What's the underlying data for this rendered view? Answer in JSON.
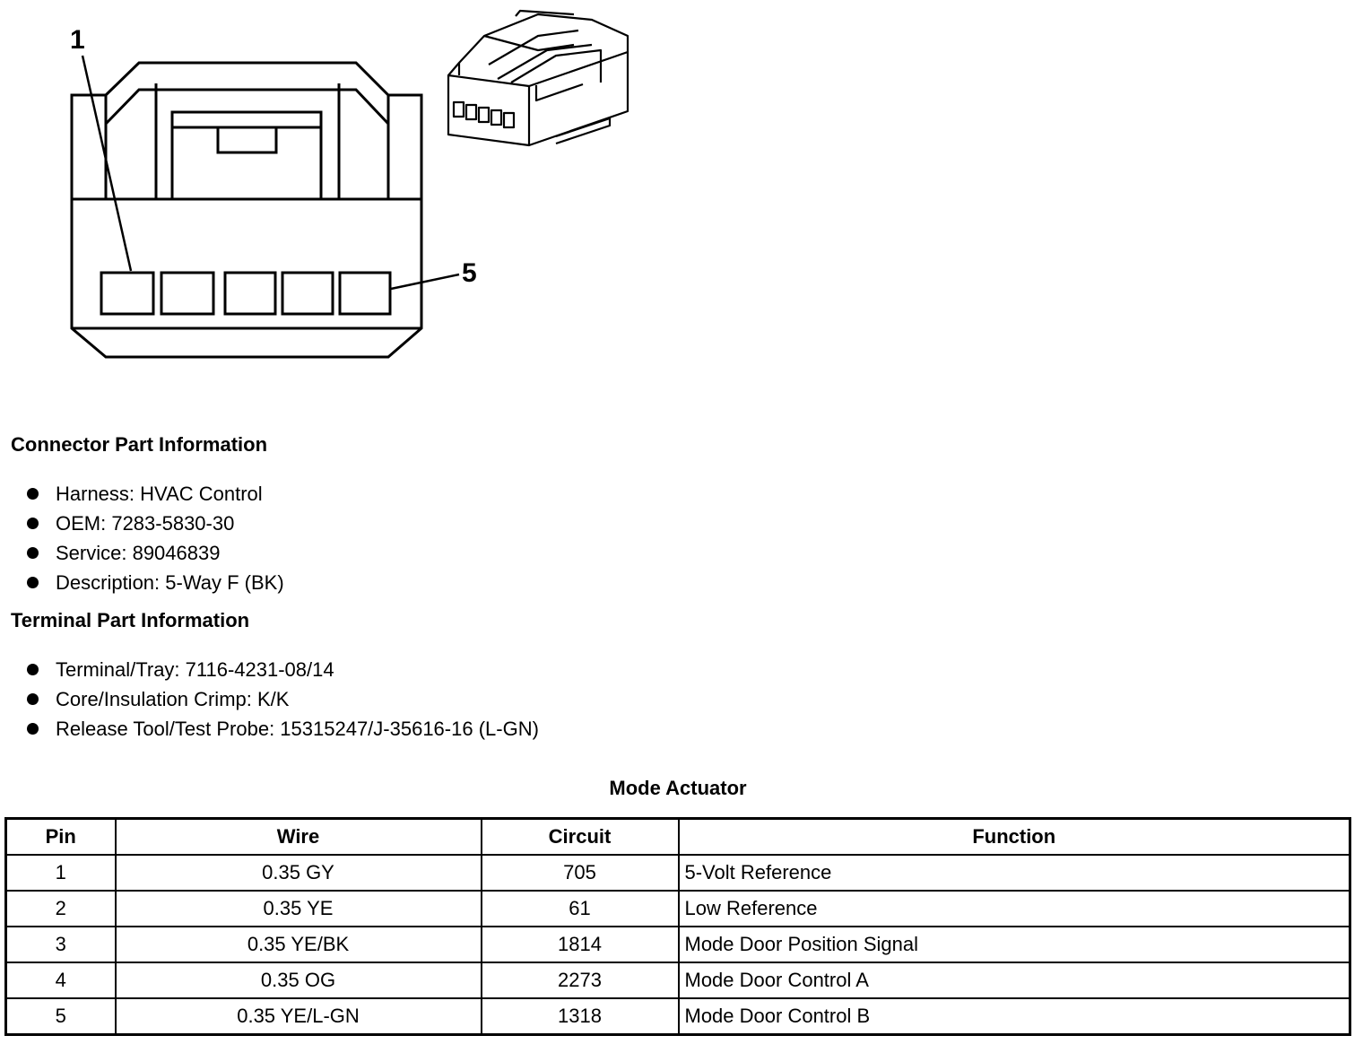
{
  "diagram": {
    "callouts": {
      "pin_first": "1",
      "pin_last": "5"
    }
  },
  "connector": {
    "heading": "Connector Part Information",
    "items": [
      "Harness: HVAC Control",
      "OEM: 7283-5830-30",
      "Service: 89046839",
      "Description: 5-Way F (BK)"
    ]
  },
  "terminal": {
    "heading": "Terminal Part Information",
    "items": [
      "Terminal/Tray: 7116-4231-08/14",
      "Core/Insulation Crimp: K/K",
      "Release Tool/Test Probe: 15315247/J-35616-16 (L-GN)"
    ]
  },
  "table": {
    "title": "Mode Actuator",
    "headers": {
      "pin": "Pin",
      "wire": "Wire",
      "circuit": "Circuit",
      "function": "Function"
    },
    "rows": [
      {
        "pin": "1",
        "wire": "0.35 GY",
        "circuit": "705",
        "function": "5-Volt Reference"
      },
      {
        "pin": "2",
        "wire": "0.35 YE",
        "circuit": "61",
        "function": "Low Reference"
      },
      {
        "pin": "3",
        "wire": "0.35 YE/BK",
        "circuit": "1814",
        "function": "Mode Door Position Signal"
      },
      {
        "pin": "4",
        "wire": "0.35 OG",
        "circuit": "2273",
        "function": "Mode Door Control A"
      },
      {
        "pin": "5",
        "wire": "0.35 YE/L-GN",
        "circuit": "1318",
        "function": "Mode Door Control B"
      }
    ]
  }
}
